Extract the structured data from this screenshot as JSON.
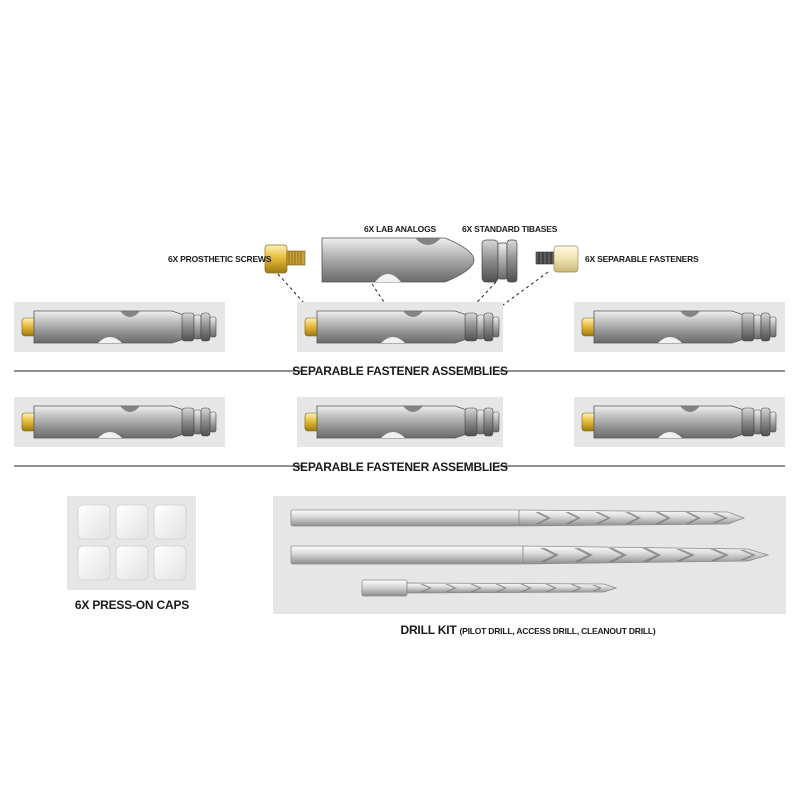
{
  "components": {
    "prosthetic_screws": "6X PROSTHETIC SCREWS",
    "lab_analogs": "6X LAB ANALOGS",
    "standard_tibases": "6X STANDARD TIBASES",
    "separable_fasteners": "6X SEPARABLE FASTENERS"
  },
  "rows": [
    {
      "label": "SEPARABLE FASTENER ASSEMBLIES",
      "count": 3
    },
    {
      "label": "SEPARABLE FASTENER ASSEMBLIES",
      "count": 3
    }
  ],
  "caps": {
    "label": "6X PRESS-ON CAPS",
    "count": 6
  },
  "drill_kit": {
    "title": "DRILL KIT",
    "subtitle": "(PILOT DRILL, ACCESS DRILL, CLEANOUT DRILL)",
    "count": 3
  },
  "colors": {
    "steel_light": "#dcdcdc",
    "steel_mid": "#9a9a9a",
    "steel_dark": "#5e5e5e",
    "gold": "#d9b23a",
    "panel": "#e8e8e8"
  }
}
